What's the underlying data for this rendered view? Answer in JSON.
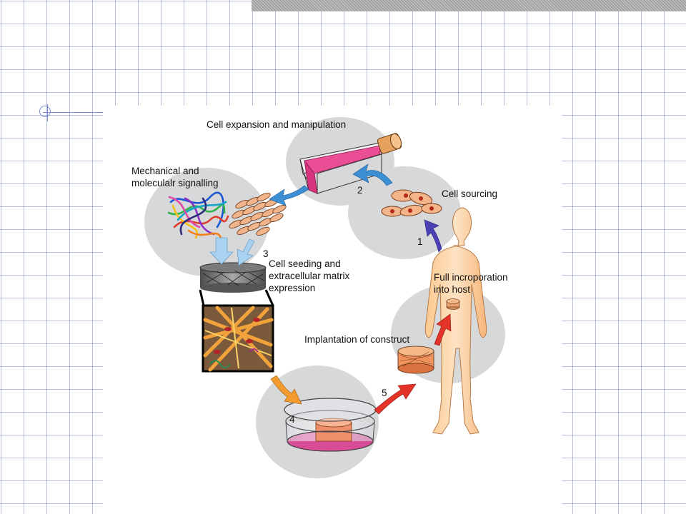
{
  "labels": {
    "cell_expansion": "Cell expansion and manipulation",
    "mechanical": "Mechanical and\nmoleculalr signalling",
    "cell_sourcing": "Cell sourcing",
    "cell_seeding": "Cell seeding and\nextracellular matrix\nexpression",
    "full_incorporation": "Full incroporation\ninto host",
    "implantation": "Implantation of construct"
  },
  "steps": [
    "1",
    "2",
    "3",
    "4",
    "5"
  ],
  "colors": {
    "circle": "#d6d8da",
    "flask_media": "#ea4f96",
    "body": "#fcd9b0",
    "cell": "#f4b58a",
    "arrow_blue": "#3c8fd3",
    "arrow_purple": "#4b41b5",
    "arrow_red": "#e4342a",
    "arrow_orange": "#f29b2e",
    "arrow_lightblue": "#a8d2f0"
  }
}
